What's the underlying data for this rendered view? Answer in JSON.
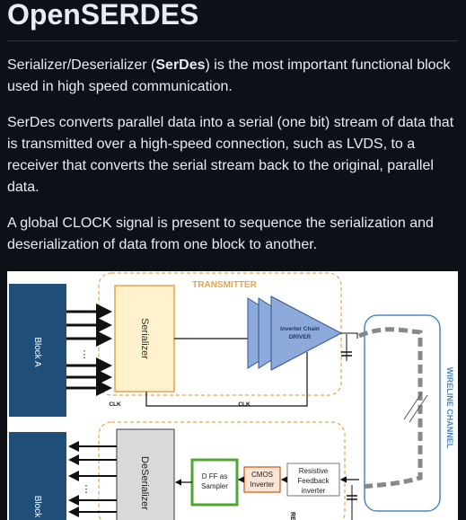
{
  "title": "OpenSERDES",
  "para1": {
    "before": "Serializer/Deserializer (",
    "bold": "SerDes",
    "after": ") is the most important functional block used in high speed communication."
  },
  "para2": "SerDes converts parallel data into a serial (one bit) stream of data that is transmitted over a high-speed connection, such as LVDS, to a receiver that converts the serial stream back to the original, parallel data.",
  "para3": "A global CLOCK signal is present to sequence the serialization and deserialization of data from one block to another.",
  "diagram": {
    "transmitter_label": "TRANSMITTER",
    "block_a": "Block A",
    "block_b": "Block",
    "serializer": "Serializer",
    "deserializer": "DeSerializer",
    "driver_line1": "Inverter Chain",
    "driver_line2": "DRIVER",
    "dff_line1": "D FF as",
    "dff_line2": "Sampler",
    "cmos_line1": "CMOS",
    "cmos_line2": "Inverter",
    "rfb_line1": "Resistive",
    "rfb_line2": "Feedback",
    "rfb_line3": "inverter",
    "channel": "WIRELINE CHANNEL",
    "clk1": "CLK",
    "clk2": "CLK",
    "re": "RE",
    "ellipsis": "⋮",
    "colors": {
      "block": "#1f4e79",
      "accent_orange": "#e8a44a",
      "driver": "#8eaadb",
      "sampler_border": "#4ea72e",
      "channel": "#4a86c5"
    }
  }
}
